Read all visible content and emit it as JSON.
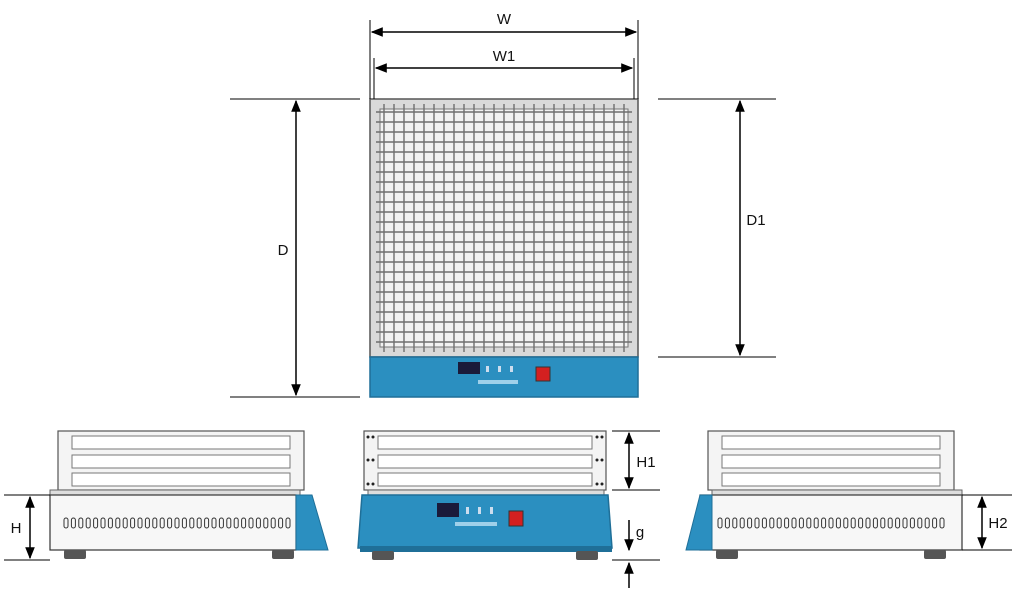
{
  "labels": {
    "W": "W",
    "W1": "W1",
    "D": "D",
    "D1": "D1",
    "H": "H",
    "H1": "H1",
    "H2": "H2",
    "g": "g"
  },
  "colors": {
    "base_blue": "#2b8fc0",
    "base_blue_dark": "#1f6f98",
    "tray_frame": "#c8c8c8",
    "grid_line": "#6e6e6e",
    "display": "#1a1a3a",
    "red_switch": "#d42020",
    "line": "#000000"
  }
}
